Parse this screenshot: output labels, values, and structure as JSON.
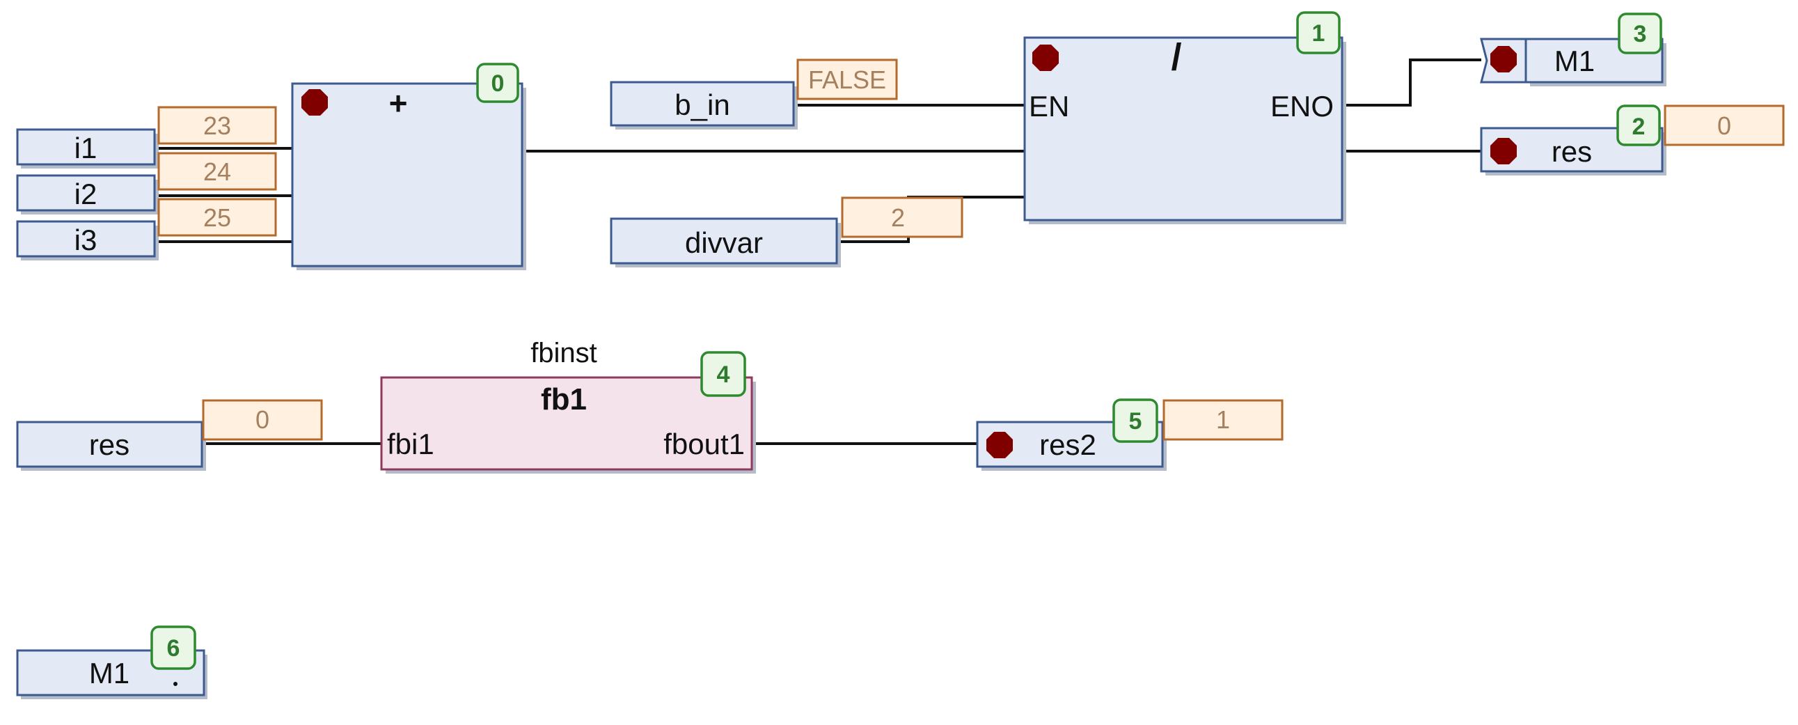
{
  "network1": {
    "inputs": [
      {
        "name": "i1",
        "monitor": "23"
      },
      {
        "name": "i2",
        "monitor": "24"
      },
      {
        "name": "i3",
        "monitor": "25"
      }
    ],
    "add_block": {
      "operator": "+",
      "number": "0"
    },
    "b_in": {
      "name": "b_in",
      "monitor": "FALSE"
    },
    "divvar": {
      "name": "divvar",
      "monitor": "2"
    },
    "div_block": {
      "operator": "/",
      "number": "1",
      "en_label": "EN",
      "eno_label": "ENO"
    },
    "out_m1": {
      "name": "M1",
      "number": "3"
    },
    "out_res": {
      "name": "res",
      "number": "2",
      "monitor": "0"
    }
  },
  "network2": {
    "input": {
      "name": "res",
      "monitor": "0"
    },
    "fb": {
      "instance": "fbinst",
      "type": "fb1",
      "number": "4",
      "input_pin": "fbi1",
      "output_pin": "fbout1"
    },
    "output": {
      "name": "res2",
      "number": "5",
      "monitor": "1"
    }
  },
  "network3": {
    "label": {
      "name": "M1",
      "number": "6"
    }
  },
  "colors": {
    "block_fill": "#e3eaf5",
    "block_border": "#3d5a8f",
    "fb_fill": "#f5e3ec",
    "fb_border": "#8e3a5c",
    "monitor_fill": "#fff0e0",
    "monitor_border": "#b36a2a",
    "network_number": "#2e8a2e",
    "breakpoint": "#800000"
  }
}
